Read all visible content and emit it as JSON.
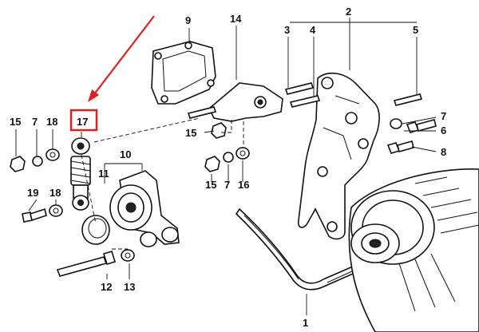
{
  "callouts": [
    {
      "id": "1",
      "label": "1"
    },
    {
      "id": "2",
      "label": "2"
    },
    {
      "id": "3",
      "label": "3"
    },
    {
      "id": "4",
      "label": "4"
    },
    {
      "id": "5",
      "label": "5"
    },
    {
      "id": "6",
      "label": "6"
    },
    {
      "id": "7a",
      "label": "7"
    },
    {
      "id": "7b",
      "label": "7"
    },
    {
      "id": "7c",
      "label": "7"
    },
    {
      "id": "8",
      "label": "8"
    },
    {
      "id": "9",
      "label": "9"
    },
    {
      "id": "10",
      "label": "10"
    },
    {
      "id": "11",
      "label": "11"
    },
    {
      "id": "12",
      "label": "12"
    },
    {
      "id": "13",
      "label": "13"
    },
    {
      "id": "14",
      "label": "14"
    },
    {
      "id": "15a",
      "label": "15"
    },
    {
      "id": "15b",
      "label": "15"
    },
    {
      "id": "15c",
      "label": "15"
    },
    {
      "id": "16",
      "label": "16"
    },
    {
      "id": "17",
      "label": "17"
    },
    {
      "id": "18a",
      "label": "18"
    },
    {
      "id": "18b",
      "label": "18"
    },
    {
      "id": "19",
      "label": "19"
    }
  ],
  "highlight": {
    "part": "17",
    "color": "#e02020"
  }
}
